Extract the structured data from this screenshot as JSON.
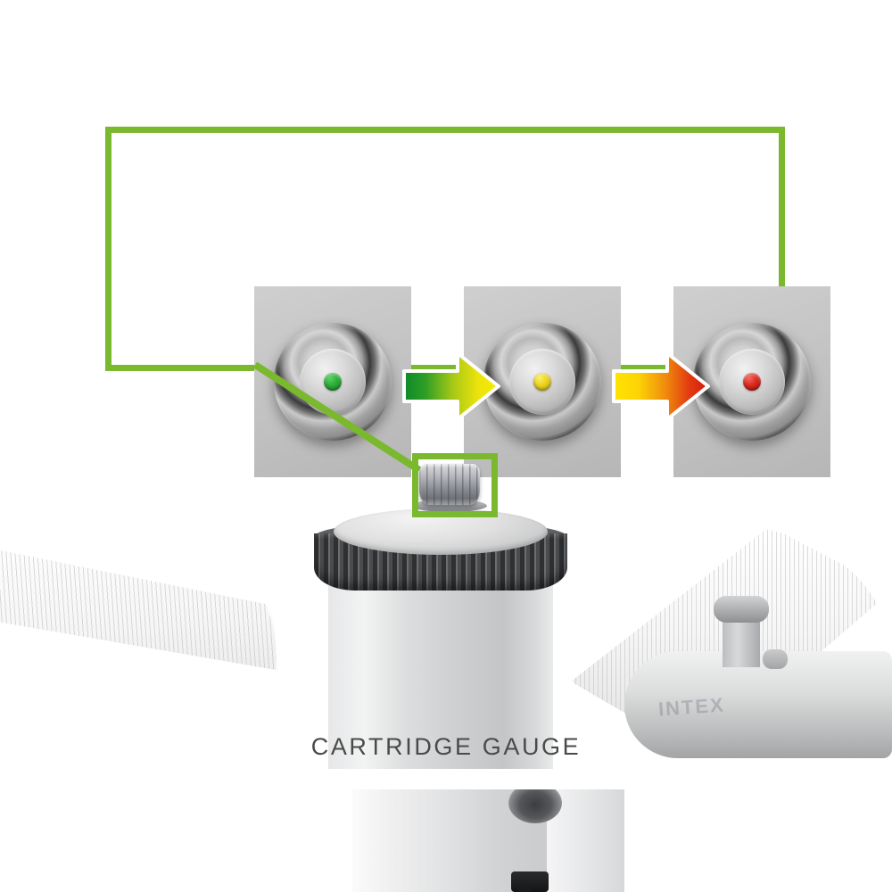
{
  "caption": {
    "text": "CARTRIDGE GAUGE"
  },
  "colors": {
    "green_accent": "#7ab82e",
    "indicator_green": "#21a02e",
    "indicator_yellow": "#e8d020",
    "indicator_red": "#d82020",
    "caption_text": "#4a4a4a",
    "panel_background": "#c6c6c6",
    "collar_dark": "#3b3c3e"
  },
  "callout": {
    "frame_name": "gauge-state-sequence-frame",
    "leader_line": "diagonal-leader-line",
    "highlight_box": "gauge-location-highlight"
  },
  "gauge_states": [
    {
      "id": "state-clean",
      "indicator_color": "#21a02e",
      "indicator_name": "green-indicator-dot",
      "panel_name": "gauge-panel-green"
    },
    {
      "id": "state-partial",
      "indicator_color": "#e8d020",
      "indicator_name": "yellow-indicator-dot",
      "panel_name": "gauge-panel-yellow"
    },
    {
      "id": "state-dirty",
      "indicator_color": "#d82020",
      "indicator_name": "red-indicator-dot",
      "panel_name": "gauge-panel-red"
    }
  ],
  "arrows": [
    {
      "id": "arrow-green-to-yellow",
      "from_color": "#0e8a2b",
      "to_color": "#f2e70c",
      "outline": "#ffffff"
    },
    {
      "id": "arrow-yellow-to-red",
      "from_color": "#ffe400",
      "to_color": "#d81f12",
      "outline": "#ffffff"
    }
  ],
  "product": {
    "brand_mark": "INTEX",
    "parts": {
      "hose": "corrugated-pool-hose",
      "canister": "filter-cartridge-canister",
      "collar": "threaded-locking-collar",
      "lid": "canister-lid",
      "gauge_cap": "cartridge-gauge-cap",
      "motor": "pump-motor-housing",
      "valve": "hose-valve-connector"
    }
  }
}
